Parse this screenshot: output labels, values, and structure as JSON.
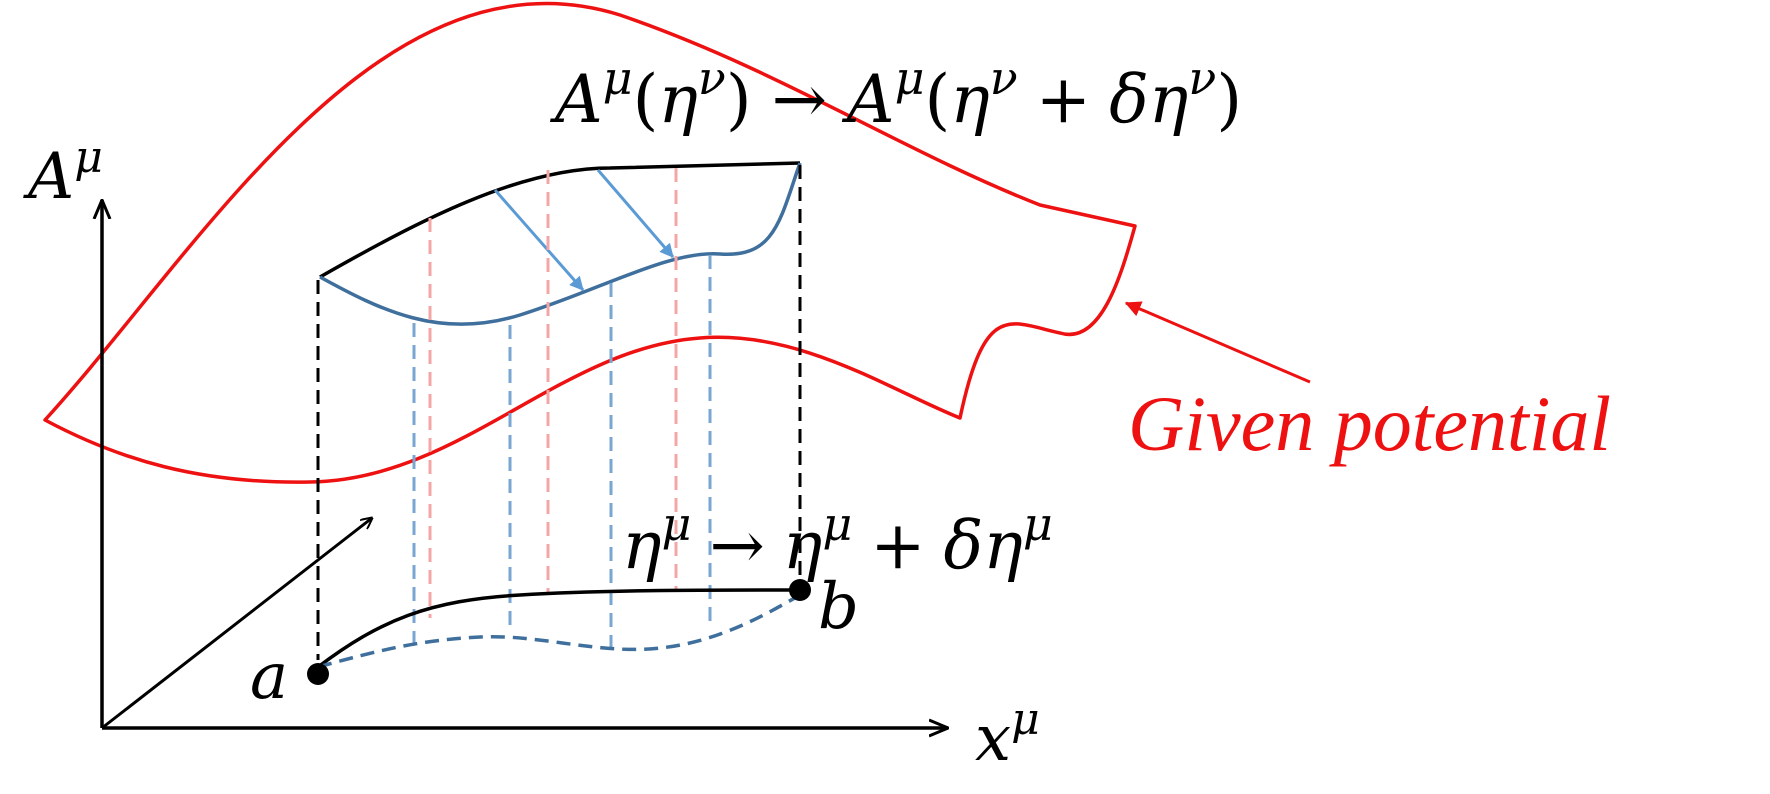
{
  "colors": {
    "potential": "#ee1111",
    "axis": "#000000",
    "path_varied": "#3f6f9c",
    "variation_arrow": "#5b9bd5",
    "dashed_blue": "#7aa6d2",
    "dashed_red": "#f4a6a6",
    "label_red": "#ee1111"
  },
  "labels": {
    "y_axis": {
      "base": "A",
      "sup": "μ"
    },
    "x_axis": {
      "base": "x",
      "sup": "μ"
    },
    "point_a": "a",
    "point_b": "b",
    "potential_transform": {
      "lhs_base": "A",
      "lhs_sup": "μ",
      "lhs_arg_open": "(",
      "lhs_arg_base": "η",
      "lhs_arg_sup": "ν",
      "lhs_arg_close": ")",
      "arrow": "→",
      "rhs_base": "A",
      "rhs_sup": "μ",
      "rhs_arg_open": "(",
      "rhs_arg1_base": "η",
      "rhs_arg1_sup": "ν",
      "plus": "+",
      "rhs_arg2_base": "δη",
      "rhs_arg2_sup": "ν",
      "rhs_arg_close": ")"
    },
    "path_transform": {
      "lhs_base": "η",
      "lhs_sup": "μ",
      "arrow": "→",
      "rhs1_base": "η",
      "rhs1_sup": "μ",
      "plus": "+",
      "rhs2_base": "δη",
      "rhs2_sup": "μ"
    },
    "given_potential": "Given potential"
  }
}
